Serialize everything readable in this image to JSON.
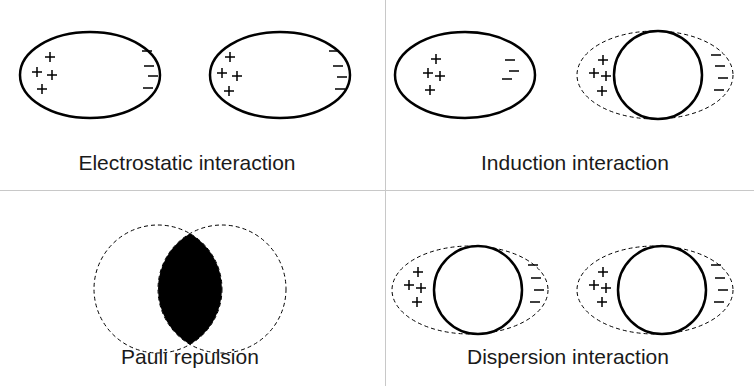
{
  "diagram": {
    "labels": [
      "Electrostatic interaction",
      "Induction interaction",
      "Pauli repulsion",
      "Dispersion interaction"
    ]
  }
}
